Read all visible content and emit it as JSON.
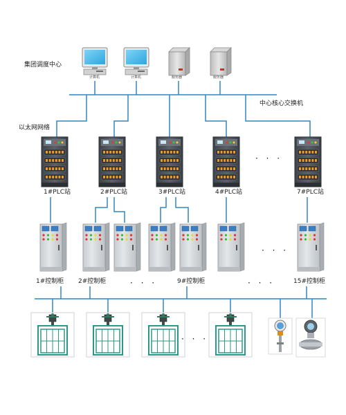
{
  "labels": {
    "dispatch_center": "集团调度中心",
    "core_switch": "中心核心交换机",
    "ethernet": "以太网网络",
    "ellipsis": "· · ·"
  },
  "devices": {
    "pc1_label": "计算机",
    "pc2_label": "计算机",
    "server1_label": "服务器",
    "server2_label": "服务器"
  },
  "plc_stations": [
    "1#PLC站",
    "2#PLC站",
    "3#PLC站",
    "4#PLC站",
    "7#PLC站"
  ],
  "control_cabinets": [
    "1#控制柜",
    "2#控制柜",
    "9#控制柜",
    "15#控制柜"
  ],
  "colors": {
    "network_line": "#2f86c6",
    "cabinet_body": "#4a5058",
    "panel_body": "#d6d9dc",
    "gate_frame": "#2a9a86"
  }
}
